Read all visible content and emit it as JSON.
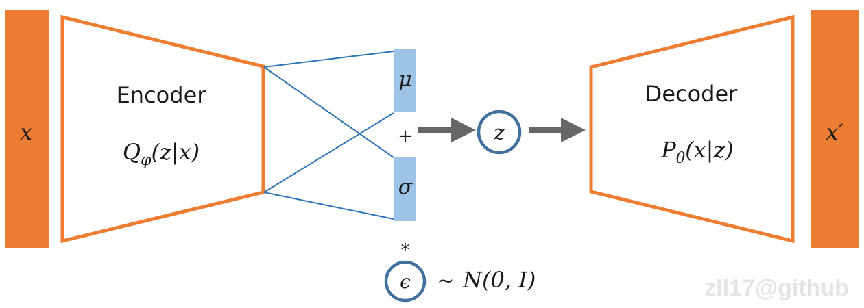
{
  "colors": {
    "orange": "#ED7D31",
    "blue_bar": "#9DC3E6",
    "blue_line": "#2E75B6",
    "circle_stroke": "#41719C",
    "arrow": "#666666",
    "text": "#1a1a1a"
  },
  "input": {
    "label": "x"
  },
  "output": {
    "label": "x′"
  },
  "encoder": {
    "title": "Encoder",
    "formula": {
      "main": "Q",
      "sub": "φ",
      "args": "(z|x)"
    }
  },
  "decoder": {
    "title": "Decoder",
    "formula": {
      "main": "P",
      "sub": "θ",
      "args": "(x|z)"
    }
  },
  "latent": {
    "mu_label": "μ",
    "sigma_label": "σ",
    "plus": "+",
    "times": "*",
    "z_label": "z"
  },
  "noise": {
    "symbol": "ϵ",
    "tilde": "∼",
    "dist": "N(0, I)"
  },
  "watermark": "zll17@github"
}
